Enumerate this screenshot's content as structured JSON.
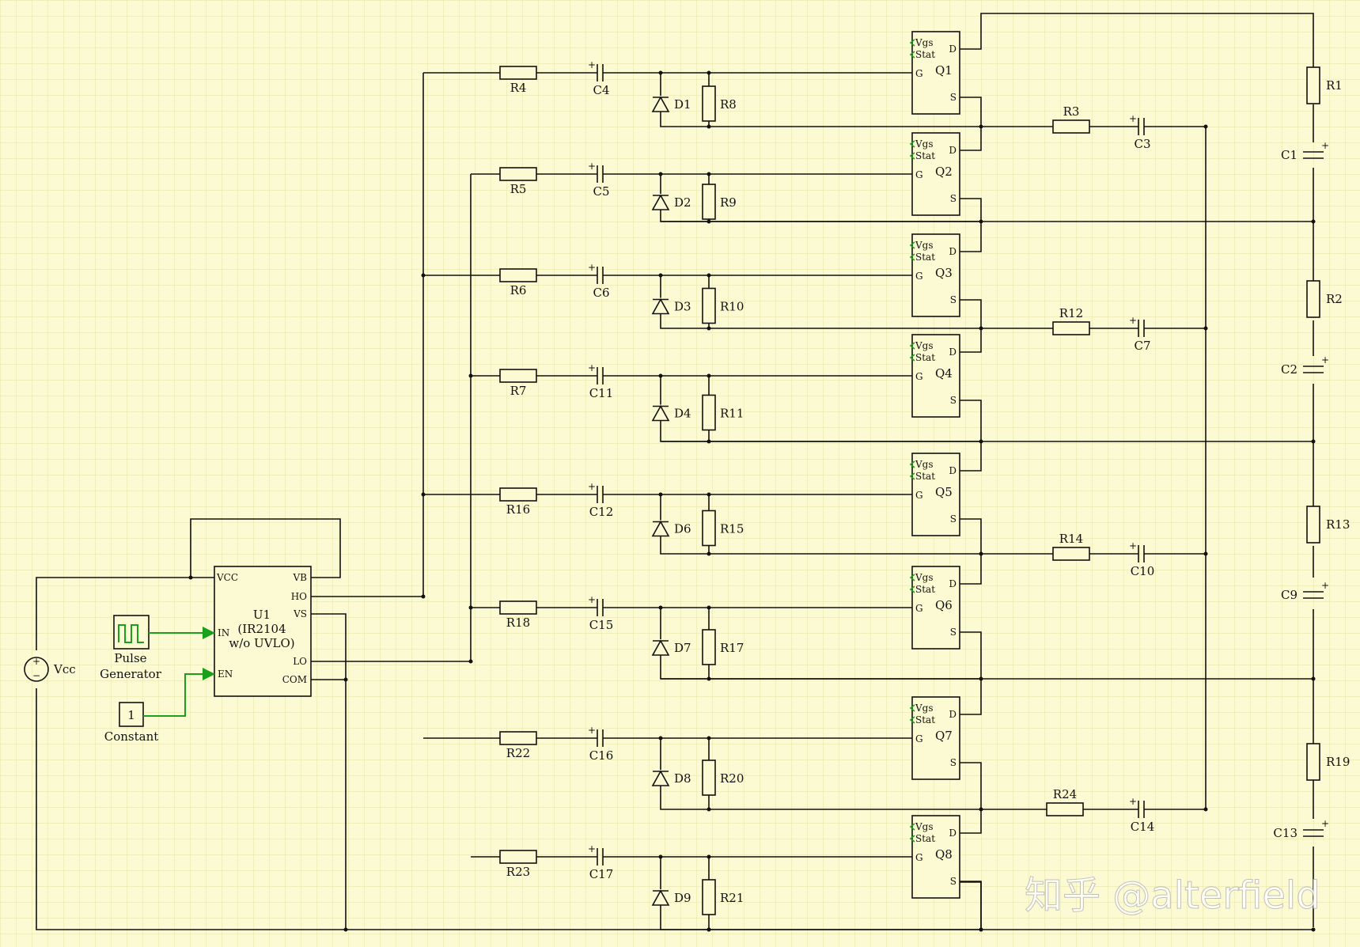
{
  "source": {
    "vcc_label": "Vcc",
    "pulse_label_1": "Pulse",
    "pulse_label_2": "Generator",
    "constant_value": "1",
    "constant_label": "Constant"
  },
  "driver": {
    "ref": "U1",
    "part": "(IR2104",
    "note": "w/o UVLO)",
    "pins": {
      "vcc": "VCC",
      "in": "IN",
      "en": "EN",
      "vb": "VB",
      "ho": "HO",
      "vs": "VS",
      "lo": "LO",
      "com": "COM"
    }
  },
  "mosfet_pins": {
    "vgs": "Vgs",
    "stat": "Stat",
    "g": "G",
    "d": "D",
    "s": "S"
  },
  "stages": [
    {
      "q": "Q1",
      "r_gate": "R4",
      "c_gate": "C4",
      "diode": "D1",
      "r_gs": "R8"
    },
    {
      "q": "Q2",
      "r_gate": "R5",
      "c_gate": "C5",
      "diode": "D2",
      "r_gs": "R9"
    },
    {
      "q": "Q3",
      "r_gate": "R6",
      "c_gate": "C6",
      "diode": "D3",
      "r_gs": "R10"
    },
    {
      "q": "Q4",
      "r_gate": "R7",
      "c_gate": "C11",
      "diode": "D4",
      "r_gs": "R11"
    },
    {
      "q": "Q5",
      "r_gate": "R16",
      "c_gate": "C12",
      "diode": "D6",
      "r_gs": "R15"
    },
    {
      "q": "Q6",
      "r_gate": "R18",
      "c_gate": "C15",
      "diode": "D7",
      "r_gs": "R17"
    },
    {
      "q": "Q7",
      "r_gate": "R22",
      "c_gate": "C16",
      "diode": "D8",
      "r_gs": "R20"
    },
    {
      "q": "Q8",
      "r_gate": "R23",
      "c_gate": "C17",
      "diode": "D9",
      "r_gs": "R21"
    }
  ],
  "snubbers": [
    {
      "r": "R3",
      "c": "C3"
    },
    {
      "r": "R12",
      "c": "C7"
    },
    {
      "r": "R14",
      "c": "C10"
    },
    {
      "r": "R24",
      "c": "C14"
    }
  ],
  "divider": [
    {
      "r": "R1",
      "c": "C1"
    },
    {
      "r": "R2",
      "c": "C2"
    },
    {
      "r": "R13",
      "c": "C9"
    },
    {
      "r": "R19",
      "c": "C13"
    }
  ],
  "watermark": "知乎 @alterfield",
  "colors": {
    "background": "#fcfad2",
    "grid": "#e2e0a6",
    "wire": "#111111",
    "signal_wire": "#1aa01a"
  }
}
